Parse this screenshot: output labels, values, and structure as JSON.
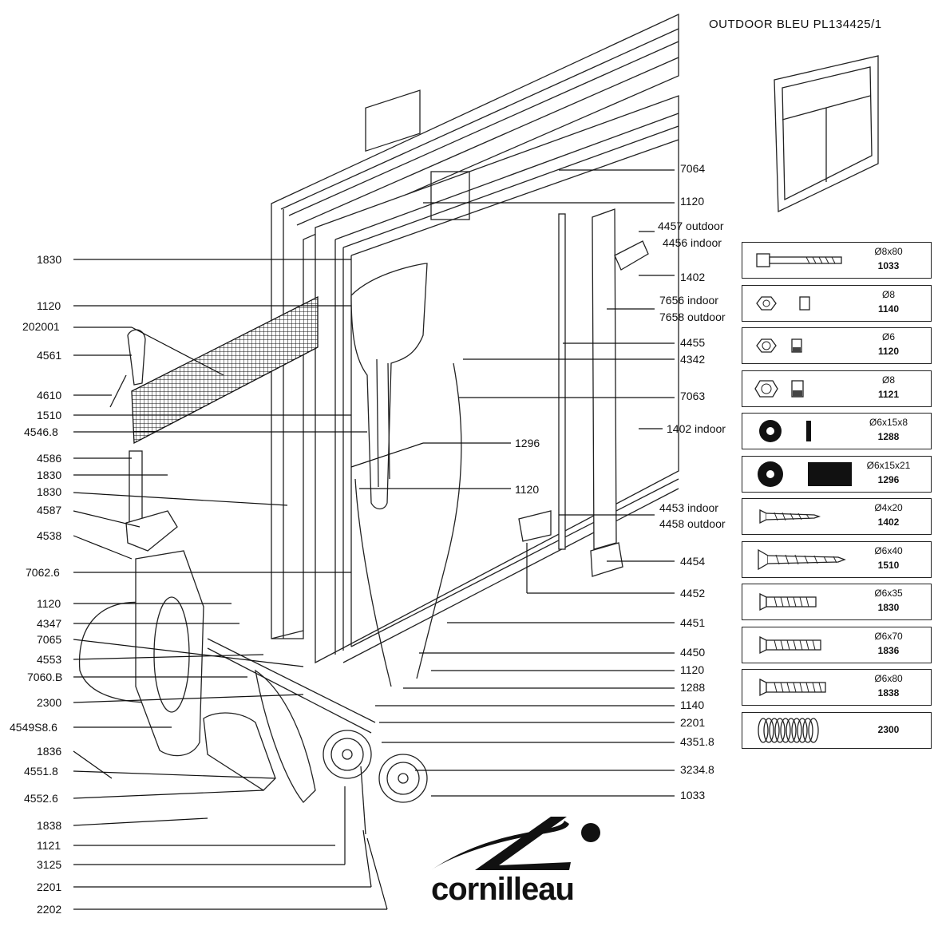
{
  "title": "OUTDOOR  BLEU  PL134425/1",
  "labels": {
    "l7064": "7064",
    "l1120a": "1120",
    "l4457": "4457 outdoor",
    "l4456": "4456 indoor",
    "l1402a": "1402",
    "l7656": "7656 indoor",
    "l7658": "7658 outdoor",
    "l4455": "4455",
    "l4342": "4342",
    "l7063": "7063",
    "l1402i": "1402 indoor",
    "l1296": "1296",
    "l1120b": "1120",
    "l4453": "4453 indoor",
    "l4458": "4458 outdoor",
    "l4454": "4454",
    "l4452": "4452",
    "l4451": "4451",
    "l4450": "4450",
    "l1120c": "1120",
    "l1288": "1288",
    "l1140": "1140",
    "l2201r": "2201",
    "l43518": "4351.8",
    "l32348": "3234.8",
    "l1033": "1033",
    "l1830a": "1830",
    "l1120d": "1120",
    "l202001": "202001",
    "l4561": "4561",
    "l4610": "4610",
    "l1510": "1510",
    "l45468": "4546.8",
    "l4586": "4586",
    "l1830b": "1830",
    "l1830c": "1830",
    "l4587": "4587",
    "l4538": "4538",
    "l70626": "7062.6",
    "l1120e": "1120",
    "l4347": "4347",
    "l7065": "7065",
    "l4553": "4553",
    "l7060b": "7060.B",
    "l2300": "2300",
    "l4549": "4549S8.6",
    "l1836": "1836",
    "l45518": "4551.8",
    "l45526": "4552.6",
    "l1838": "1838",
    "l1121": "1121",
    "l3125": "3125",
    "l2201l": "2201",
    "l2202": "2202"
  },
  "legend": [
    {
      "size": "Ø8x80",
      "code": "1033",
      "icon": "bolt-icon"
    },
    {
      "size": "Ø8",
      "code": "1140",
      "icon": "nut-icon"
    },
    {
      "size": "Ø6",
      "code": "1120",
      "icon": "lock-nut-icon"
    },
    {
      "size": "Ø8",
      "code": "1121",
      "icon": "lock-nut-icon"
    },
    {
      "size": "Ø6x15x8",
      "code": "1288",
      "icon": "washer-icon"
    },
    {
      "size": "Ø6x15x21",
      "code": "1296",
      "icon": "spacer-icon"
    },
    {
      "size": "Ø4x20",
      "code": "1402",
      "icon": "wood-screw-icon"
    },
    {
      "size": "Ø6x40",
      "code": "1510",
      "icon": "wood-screw-icon"
    },
    {
      "size": "Ø6x35",
      "code": "1830",
      "icon": "machine-screw-icon"
    },
    {
      "size": "Ø6x70",
      "code": "1836",
      "icon": "machine-screw-icon"
    },
    {
      "size": "Ø6x80",
      "code": "1838",
      "icon": "machine-screw-icon"
    },
    {
      "size": "",
      "code": "2300",
      "icon": "spring-icon"
    }
  ],
  "brand": "cornilleau"
}
